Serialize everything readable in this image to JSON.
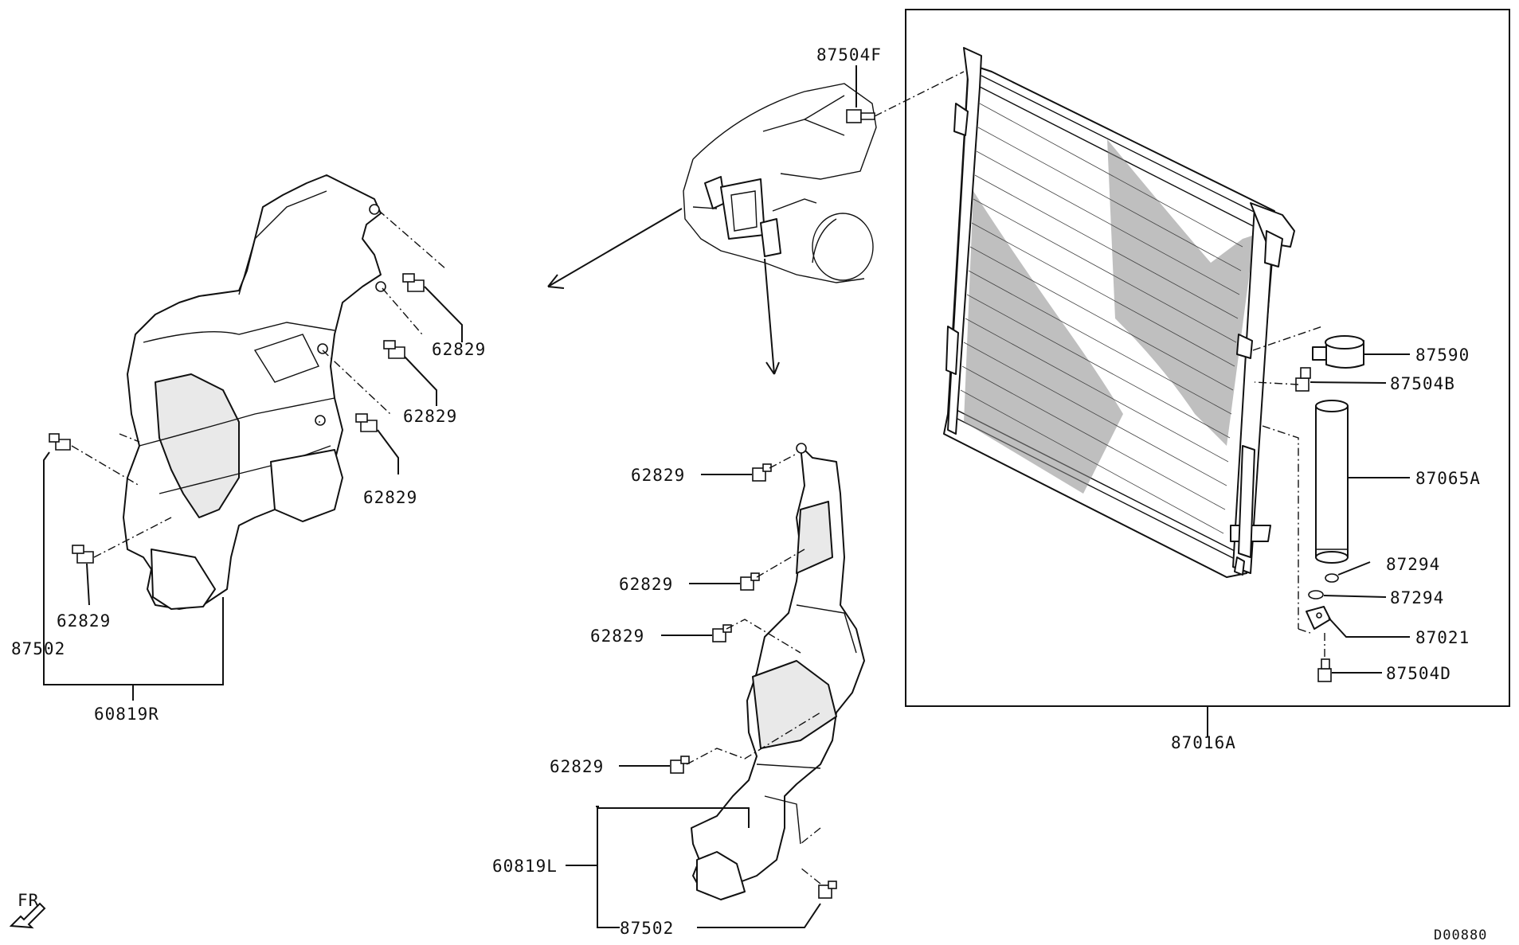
{
  "diagram": {
    "labels": {
      "lbl_87504F": "87504F",
      "lbl_62829_a": "62829",
      "lbl_62829_b": "62829",
      "lbl_62829_c": "62829",
      "lbl_62829_d": "62829",
      "lbl_87502_left": "87502",
      "lbl_60819R": "60819R",
      "lbl_62829_m1": "62829",
      "lbl_62829_m2": "62829",
      "lbl_62829_m3": "62829",
      "lbl_62829_m4": "62829",
      "lbl_60819L": "60819L",
      "lbl_87502_mid": "87502",
      "lbl_87590": "87590",
      "lbl_87504B": "87504B",
      "lbl_87065A": "87065A",
      "lbl_87294_a": "87294",
      "lbl_87294_b": "87294",
      "lbl_87021": "87021",
      "lbl_87504D": "87504D",
      "lbl_87016A": "87016A",
      "lbl_FR": "FR",
      "lbl_code": "D00880"
    }
  }
}
